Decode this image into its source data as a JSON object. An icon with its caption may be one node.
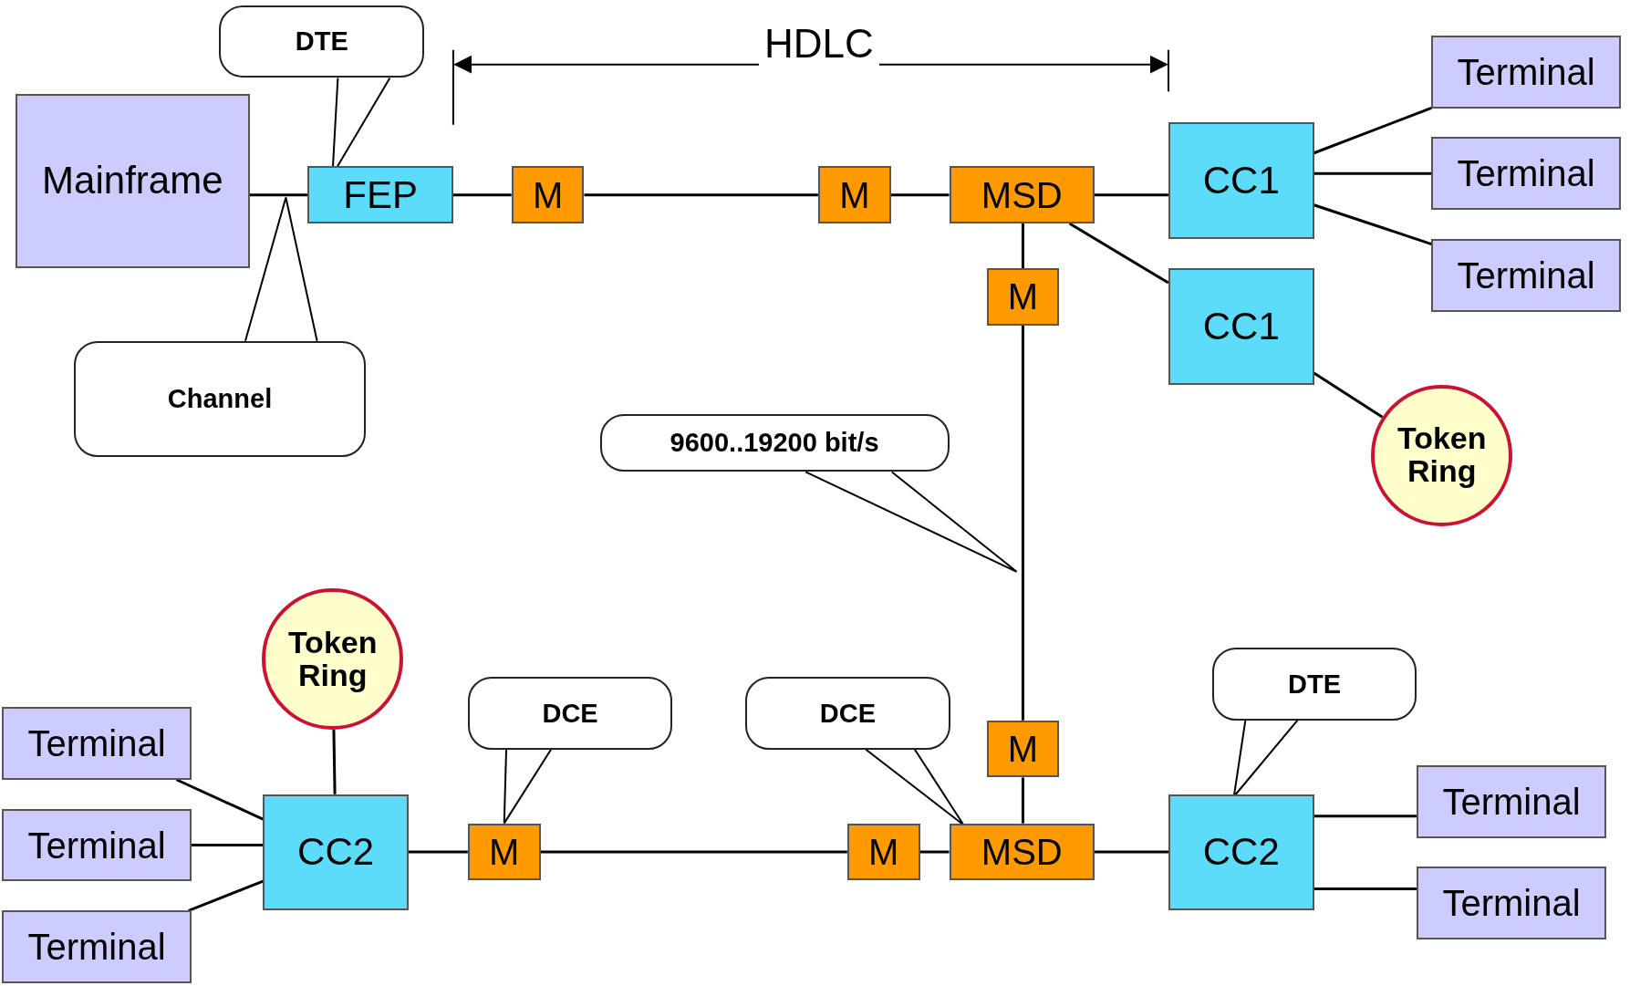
{
  "diagram": {
    "nodes": [
      {
        "text": [
          "Mainframe"
        ]
      },
      {
        "text": [
          "FEP"
        ]
      },
      {
        "text": [
          "M"
        ]
      },
      {
        "text": [
          "M"
        ]
      },
      {
        "text": [
          "MSD"
        ]
      },
      {
        "text": [
          "CC1"
        ]
      },
      {
        "text": [
          "Terminal"
        ]
      },
      {
        "text": [
          "Terminal"
        ]
      },
      {
        "text": [
          "Terminal"
        ]
      },
      {
        "text": [
          "CC1"
        ]
      },
      {
        "text": [
          "Token Ring"
        ]
      },
      {
        "text": [
          "M"
        ]
      },
      {
        "text": [
          "Token Ring"
        ]
      },
      {
        "text": [
          "Terminal"
        ]
      },
      {
        "text": [
          "Terminal"
        ]
      },
      {
        "text": [
          "Terminal"
        ]
      },
      {
        "text": [
          "CC2"
        ]
      },
      {
        "text": [
          "M"
        ]
      },
      {
        "text": [
          "M"
        ]
      },
      {
        "text": [
          "M"
        ]
      },
      {
        "text": [
          "MSD"
        ]
      },
      {
        "text": [
          "CC2"
        ]
      },
      {
        "text": [
          "Terminal"
        ]
      },
      {
        "text": [
          "Terminal"
        ]
      },
      {
        "text": [
          "DTE"
        ]
      },
      {
        "text": [
          "Channel"
        ]
      },
      {
        "text": [
          "9600..19200 bit/s"
        ]
      },
      {
        "text": [
          "DCE"
        ]
      },
      {
        "text": [
          "DCE"
        ]
      },
      {
        "text": [
          "DTE"
        ]
      }
    ],
    "edges": [
      {
        "from": 0,
        "to": 1,
        "arrow": "none"
      },
      {
        "from": 1,
        "to": 2,
        "arrow": "none"
      },
      {
        "from": 2,
        "to": 3,
        "arrow": "none"
      },
      {
        "from": 3,
        "to": 4,
        "arrow": "none"
      },
      {
        "from": 4,
        "to": 5,
        "arrow": "none"
      },
      {
        "from": 5,
        "to": 6,
        "arrow": "none"
      },
      {
        "from": 5,
        "to": 7,
        "arrow": "none"
      },
      {
        "from": 5,
        "to": 8,
        "arrow": "none"
      },
      {
        "from": 4,
        "to": 9,
        "arrow": "none"
      },
      {
        "from": 9,
        "to": 10,
        "arrow": "none"
      },
      {
        "from": 4,
        "to": 11,
        "arrow": "none"
      },
      {
        "from": 11,
        "to": 19,
        "arrow": "none"
      },
      {
        "from": 19,
        "to": 20,
        "arrow": "none"
      },
      {
        "from": 13,
        "to": 16,
        "arrow": "none"
      },
      {
        "from": 14,
        "to": 16,
        "arrow": "none"
      },
      {
        "from": 15,
        "to": 16,
        "arrow": "none"
      },
      {
        "from": 12,
        "to": 16,
        "arrow": "none"
      },
      {
        "from": 16,
        "to": 17,
        "arrow": "none"
      },
      {
        "from": 17,
        "to": 18,
        "arrow": "none"
      },
      {
        "from": 18,
        "to": 20,
        "arrow": "none"
      },
      {
        "from": 20,
        "to": 21,
        "arrow": "none"
      },
      {
        "from": 21,
        "to": 22,
        "arrow": "none"
      },
      {
        "from": 21,
        "to": 23,
        "arrow": "none"
      },
      {
        "from": 24,
        "to": 1,
        "arrow": "none"
      },
      {
        "from": 25,
        "to": null,
        "arrow": "none"
      },
      {
        "from": 26,
        "to": null,
        "arrow": "none"
      },
      {
        "from": 27,
        "to": 17,
        "arrow": "none"
      },
      {
        "from": 28,
        "to": 20,
        "arrow": "none"
      },
      {
        "from": 29,
        "to": 21,
        "arrow": "none"
      }
    ],
    "labels": [
      "HDLC"
    ]
  }
}
